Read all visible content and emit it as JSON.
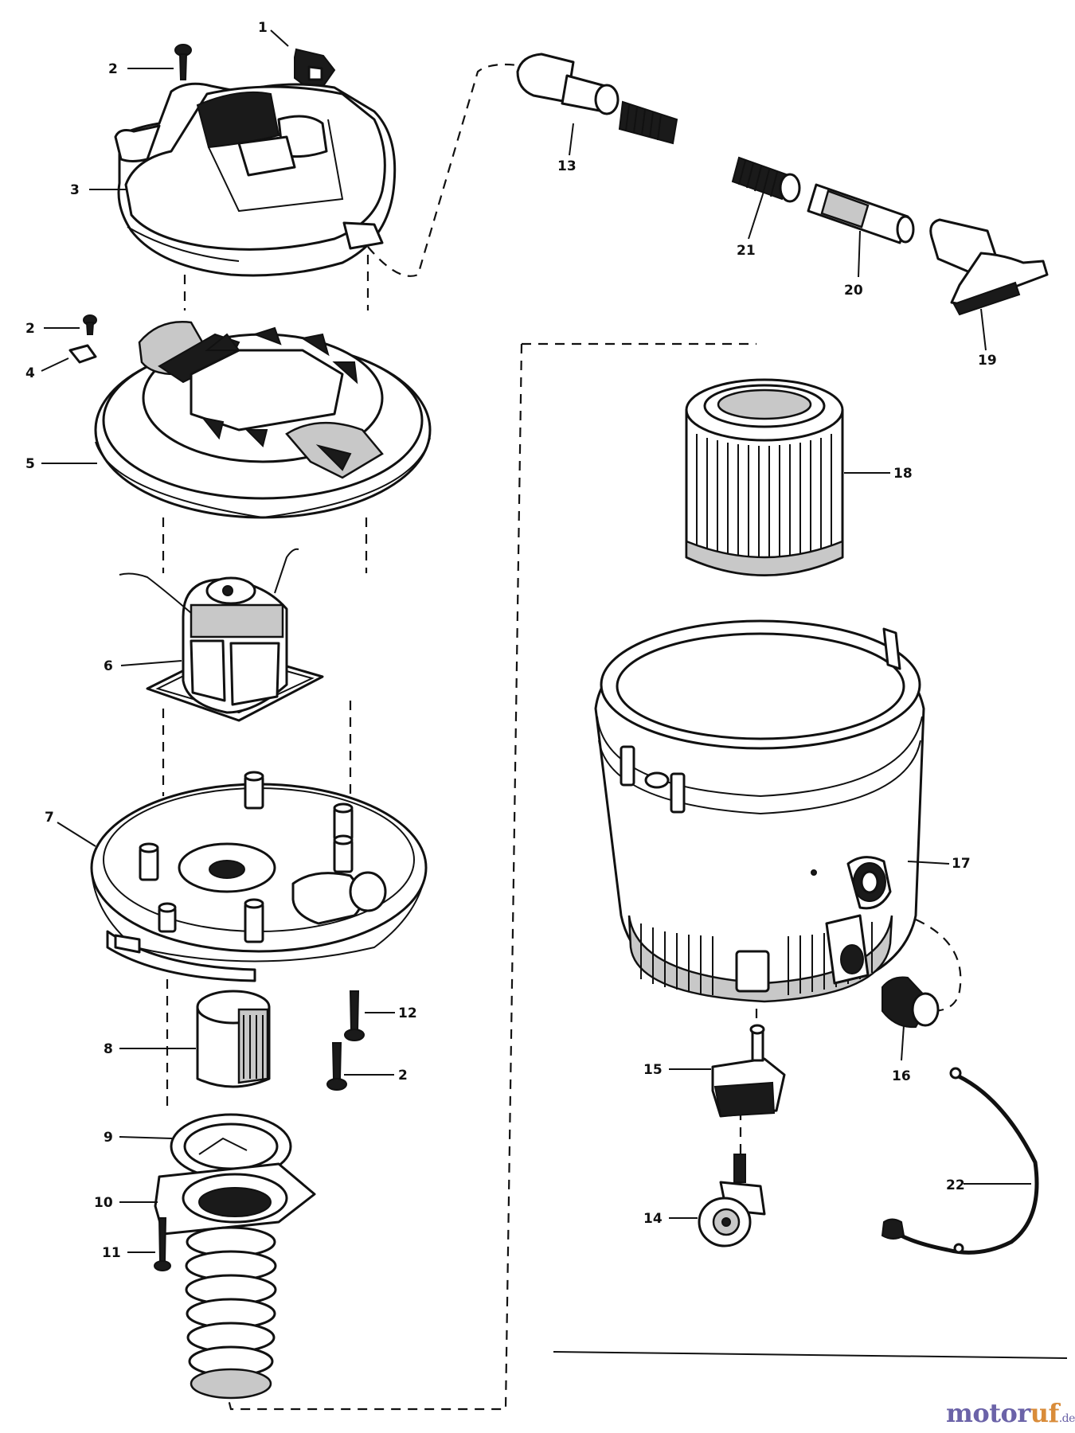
{
  "callouts": {
    "c1": "1",
    "c2a": "2",
    "c3": "3",
    "c2b": "2",
    "c4": "4",
    "c5": "5",
    "c6": "6",
    "c7": "7",
    "c8": "8",
    "c9": "9",
    "c10": "10",
    "c11": "11",
    "c12": "12",
    "c2c": "2",
    "c13": "13",
    "c21": "21",
    "c20": "20",
    "c19": "19",
    "c18": "18",
    "c17": "17",
    "c16": "16",
    "c15": "15",
    "c14": "14",
    "c22": "22"
  },
  "watermark": {
    "part_a": "motor",
    "part_b": "uf",
    "part_c": ".de"
  }
}
